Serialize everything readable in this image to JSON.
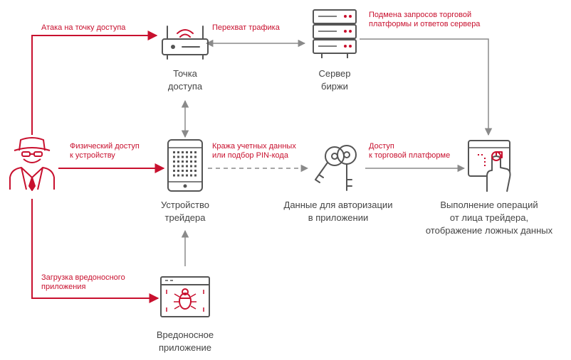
{
  "colors": {
    "accent": "#c8102e",
    "gray": "#8a8a8a",
    "dark": "#555555"
  },
  "nodes": {
    "access_point": {
      "line1": "Точка",
      "line2": "доступа",
      "icon": "wifi-router-icon"
    },
    "exchange_server": {
      "line1": "Сервер",
      "line2": "биржи",
      "icon": "server-rack-icon"
    },
    "trader_device": {
      "line1": "Устройство",
      "line2": "трейдера",
      "icon": "smartphone-icon"
    },
    "auth_data": {
      "line1": "Данные для авторизации",
      "line2": "в приложении",
      "icon": "keys-icon"
    },
    "operations": {
      "line1": "Выполнение операций",
      "line2": "от лица трейдера,",
      "line3": "отображение ложных данных",
      "icon": "touch-screen-icon"
    },
    "malware": {
      "line1": "Вредоносное",
      "line2": "приложение",
      "icon": "bug-window-icon"
    },
    "attacker": {
      "icon": "hacker-spy-icon"
    }
  },
  "edges": {
    "attack_ap": "Атака на точку доступа",
    "intercept": "Перехват трафика",
    "substitution_1": "Подмена запросов торговой",
    "substitution_2": "платформы и ответов сервера",
    "physical_1": "Физический доступ",
    "physical_2": "к устройству",
    "theft_1": "Кража учетных данных",
    "theft_2": "или подбор PIN-кода",
    "platform_1": "Доступ",
    "platform_2": "к торговой платформе",
    "malware_1": "Загрузка вредоносного",
    "malware_2": "приложения"
  }
}
